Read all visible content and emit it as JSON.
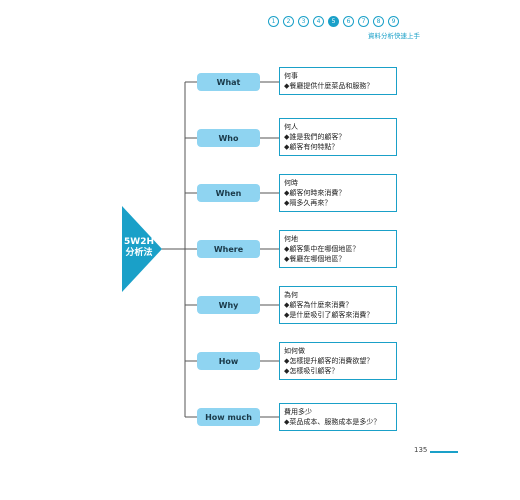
{
  "header": {
    "chapter_nav": [
      "1",
      "2",
      "3",
      "4",
      "5",
      "6",
      "7",
      "8",
      "9"
    ],
    "active_chapter": "5",
    "subtitle": "資料分析快速上手"
  },
  "root": {
    "label_line1": "5W2H",
    "label_line2": "分析法",
    "color": "#1aa0c8"
  },
  "branches": [
    {
      "label": "What",
      "title": "何事",
      "points": [
        "◆餐廳提供什麼菜品和服務？"
      ]
    },
    {
      "label": "Who",
      "title": "何人",
      "points": [
        "◆誰是我們的顧客？",
        "◆顧客有何特點？"
      ]
    },
    {
      "label": "When",
      "title": "何時",
      "points": [
        "◆顧客何時來消費？",
        "◆隔多久再來？"
      ]
    },
    {
      "label": "Where",
      "title": "何地",
      "points": [
        "◆顧客集中在哪個地區？",
        "◆餐廳在哪個地區？"
      ]
    },
    {
      "label": "Why",
      "title": "為何",
      "points": [
        "◆顧客為什麼來消費？",
        "◆是什麼吸引了顧客來消費？"
      ]
    },
    {
      "label": "How",
      "title": "如何做",
      "points": [
        "◆怎樣提升顧客的消費欲望？",
        "◆怎樣吸引顧客？"
      ]
    },
    {
      "label": "How much",
      "title": "費用多少",
      "points": [
        "◆菜品成本、服務成本是多少？"
      ]
    }
  ],
  "footer": {
    "page_number": "135"
  },
  "colors": {
    "accent": "#1aa0c8",
    "branch_fill": "#8fd4f1"
  }
}
